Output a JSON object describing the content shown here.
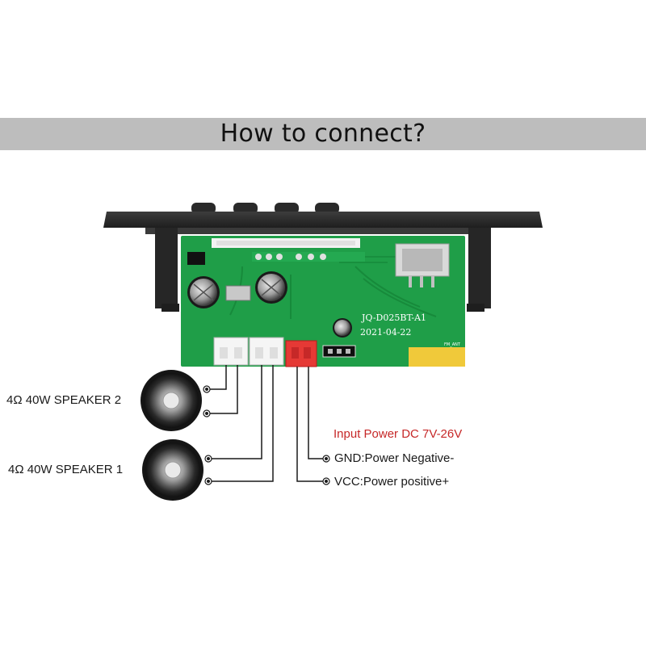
{
  "header": {
    "title": "How to connect?"
  },
  "board": {
    "model": "JQ-D025BT-A1",
    "date": "2021-04-22",
    "antenna_label": "FM_ANT"
  },
  "speakers": [
    {
      "label": "4Ω 40W SPEAKER 2"
    },
    {
      "label": "4Ω 40W SPEAKER 1"
    }
  ],
  "power": {
    "title": "Input Power DC 7V-26V",
    "gnd_label": "GND:Power Negative-",
    "vcc_label": "VCC:Power positive+"
  },
  "colors": {
    "pcb": "#1f9e48",
    "bezel": "#2b2b2b",
    "power_connector": "#e53935",
    "power_text": "#c62828",
    "title_bar": "#bdbdbd"
  }
}
